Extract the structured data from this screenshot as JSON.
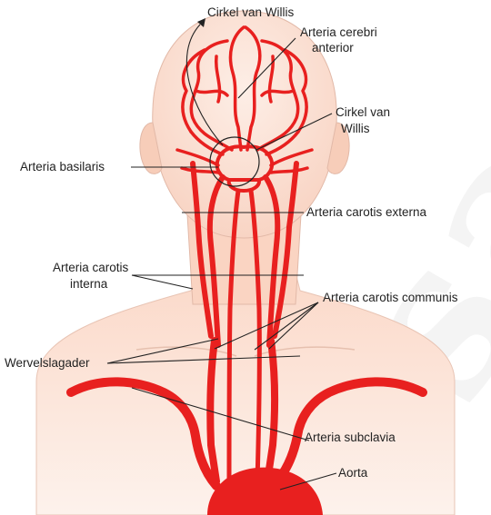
{
  "labels": {
    "circle_willis_top": "Cirkel van Willis",
    "anterior_line1": "Arteria cerebri",
    "anterior_line2": "anterior",
    "circle_willis_right_line1": "Cirkel van",
    "circle_willis_right_line2": "Willis",
    "basilaris": "Arteria basilaris",
    "carotis_externa": "Arteria carotis externa",
    "carotis_interna_line1": "Arteria carotis",
    "carotis_interna_line2": "interna",
    "carotis_communis": "Arteria carotis communis",
    "wervelslagader": "Wervelslagader",
    "subclavia": "Arteria subclavia",
    "aorta": "Aorta"
  },
  "watermark": "sa",
  "colors": {
    "artery": "#e8201f",
    "skin": "#fbd9c9",
    "skin_light": "#fde9df",
    "outline": "#cfa898",
    "leader": "#222222"
  }
}
